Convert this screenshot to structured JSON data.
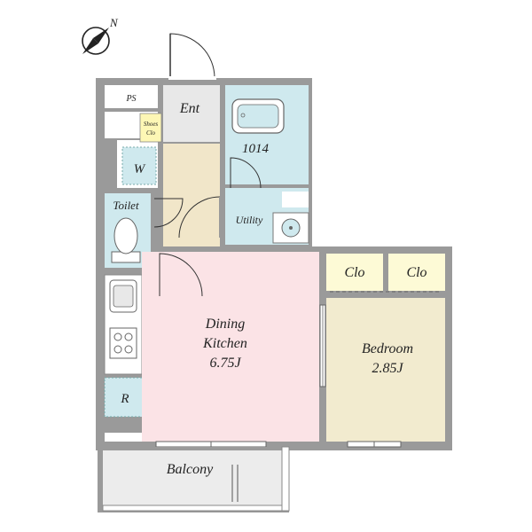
{
  "compass": {
    "north_label": "N"
  },
  "rooms": {
    "ps": "PS",
    "entrance": "Ent",
    "shoes_closet_line1": "Shoes",
    "shoes_closet_line2": "Clo",
    "bath": "1014",
    "washer": "W",
    "toilet": "Toilet",
    "utility": "Utility",
    "closet_left": "Clo",
    "closet_right": "Clo",
    "dining_line1": "Dining",
    "dining_line2": "Kitchen",
    "dining_line3": "6.75J",
    "bedroom_line1": "Bedroom",
    "bedroom_line2": "2.85J",
    "refrigerator": "R",
    "balcony": "Balcony"
  },
  "colors": {
    "wall": "#9a9a9a",
    "dining": "#fbe3e6",
    "bedroom": "#f2ebcf",
    "closet": "#fdfad6",
    "wet_area": "#cfe9ee",
    "entrance_hall": "#f1e6c9",
    "entrance_floor": "#e8e8e8",
    "shoes_closet": "#fdf7b5",
    "balcony": "#ececec"
  }
}
